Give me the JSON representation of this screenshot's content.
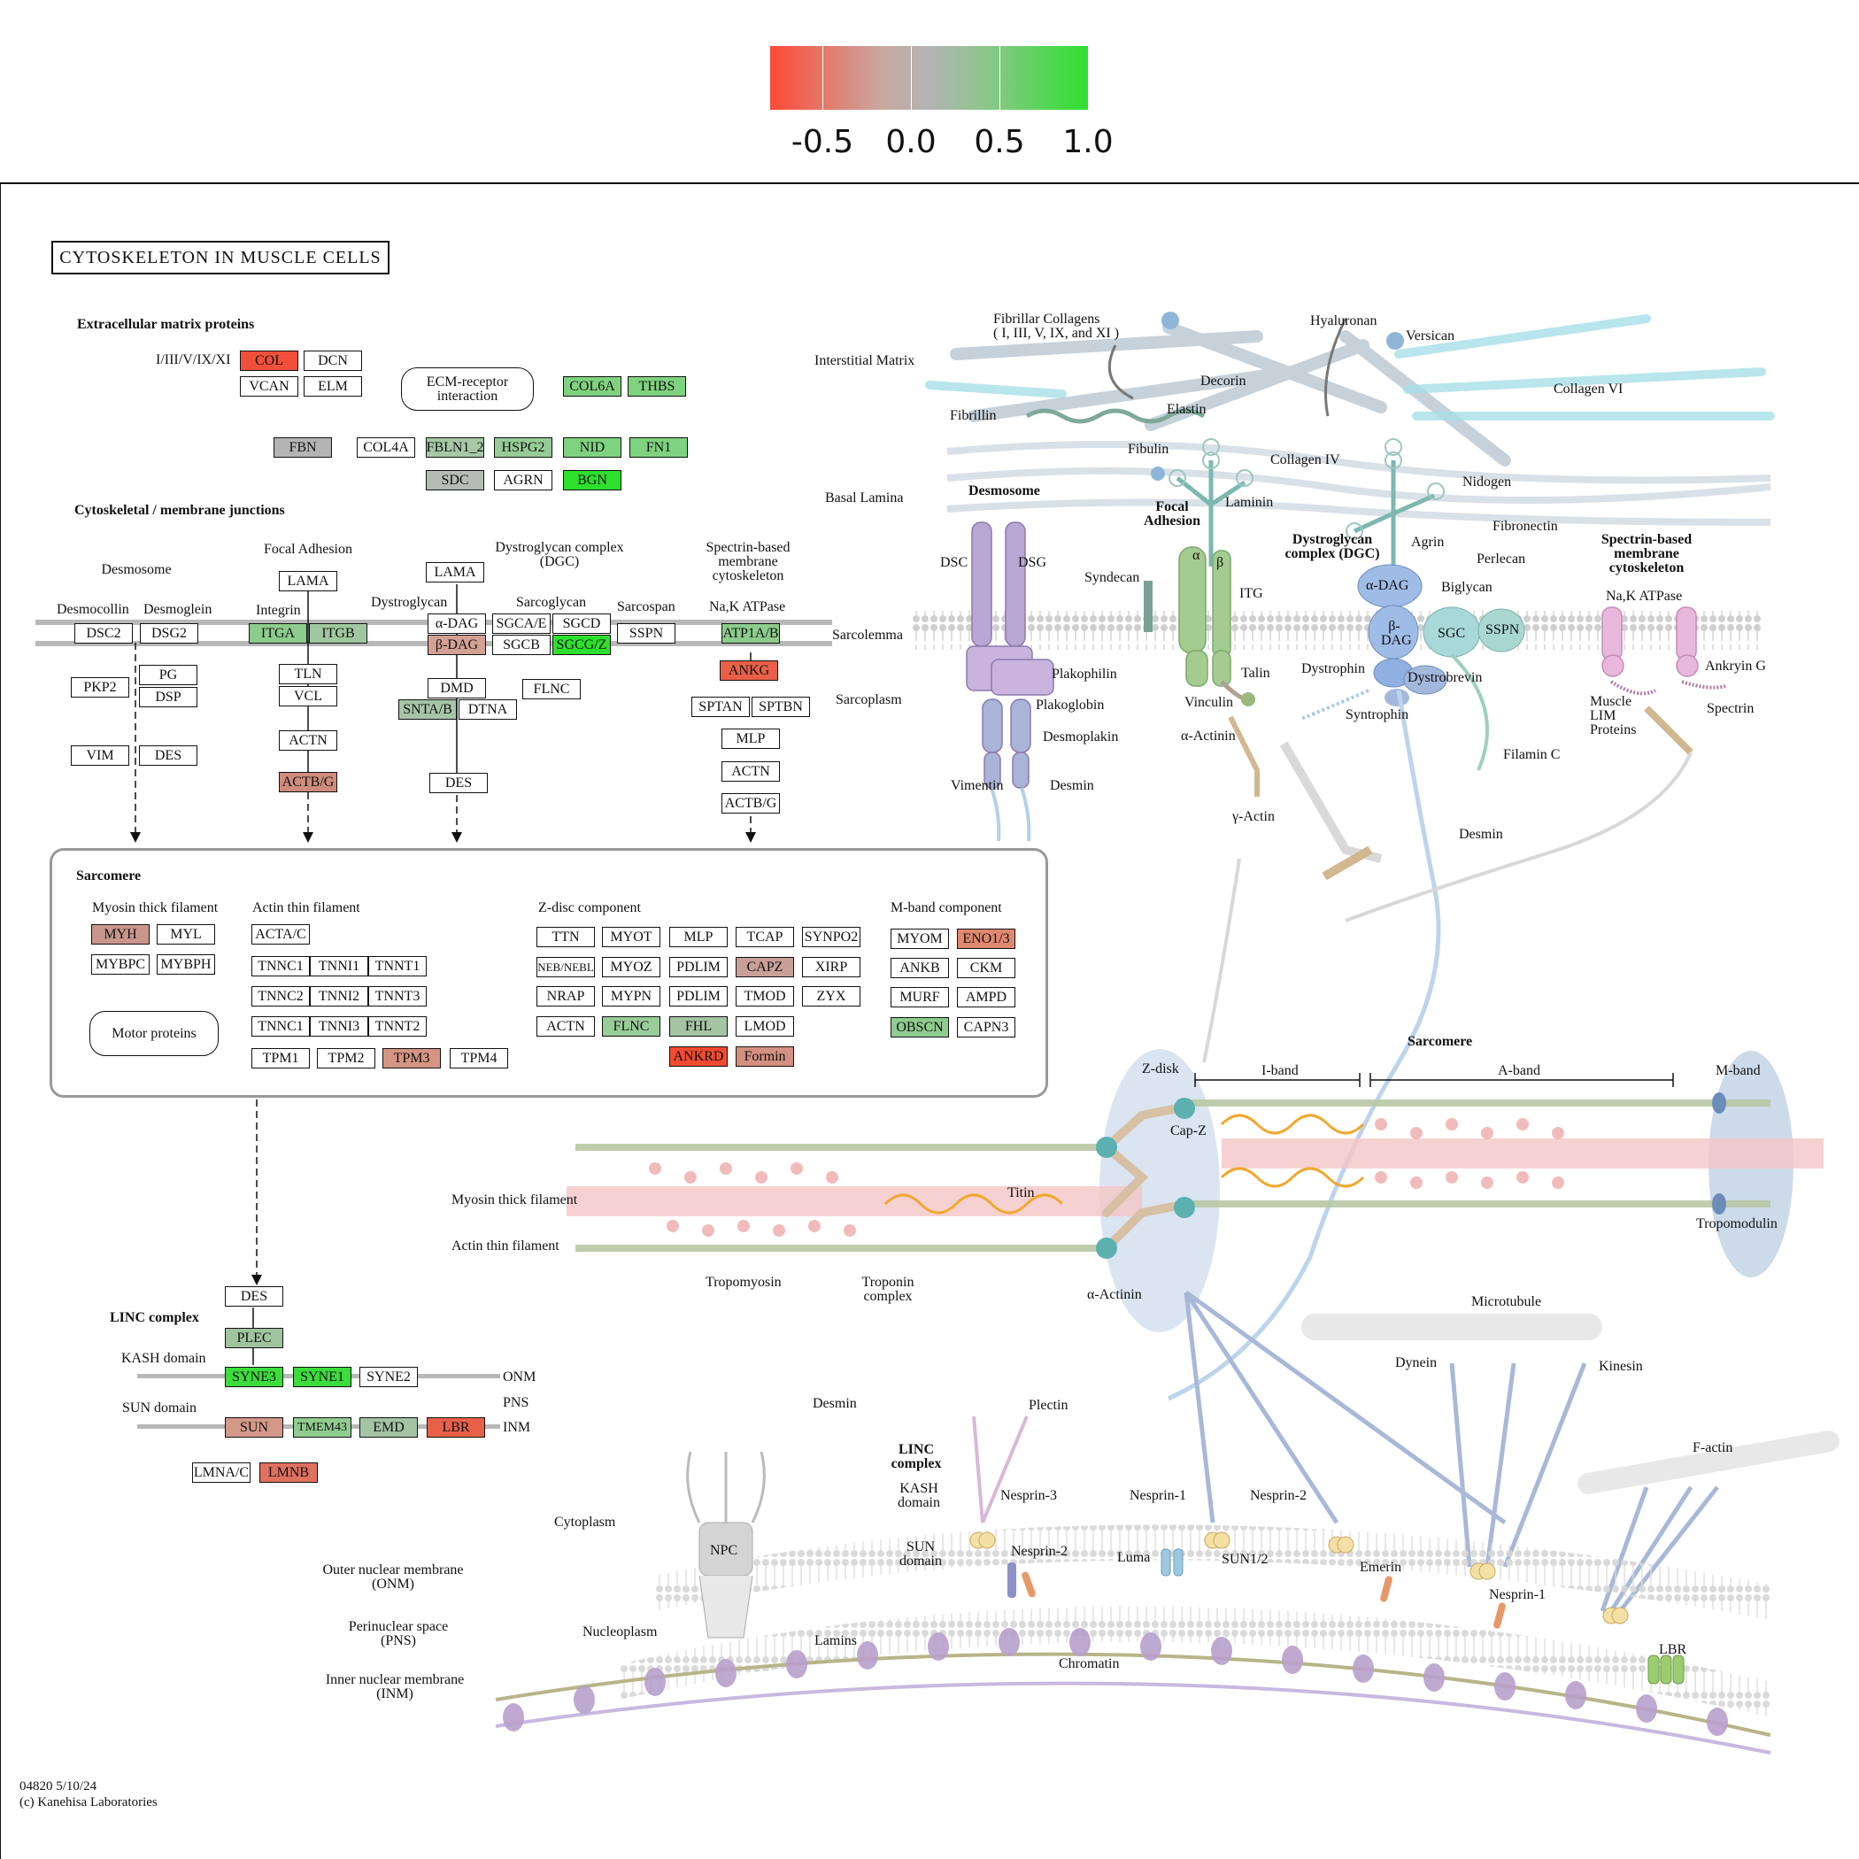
{
  "legend": {
    "ticks": [
      "-0.5",
      "0.0",
      "0.5",
      "1.0"
    ],
    "colors": {
      "low": "#ff4a36",
      "mid": "#b4b4b4",
      "high": "#2ee02e"
    }
  },
  "title": "CYTOSKELETON IN MUSCLE CELLS",
  "sections": {
    "ecm": "Extracellular matrix proteins",
    "junctions": "Cytoskeletal / membrane junctions",
    "sarcomere": "Sarcomere",
    "linc": "LINC complex"
  },
  "ecm": {
    "col_prefix": "I/III/V/IX/XI",
    "receptor": "ECM-receptor interaction",
    "genes": [
      {
        "id": "col",
        "label": "COL",
        "color": "#f0503a"
      },
      {
        "id": "dcn",
        "label": "DCN",
        "color": "#ffffff"
      },
      {
        "id": "vcan",
        "label": "VCAN",
        "color": "#ffffff"
      },
      {
        "id": "elm",
        "label": "ELM",
        "color": "#ffffff"
      },
      {
        "id": "col6a",
        "label": "COL6A",
        "color": "#7fd27f"
      },
      {
        "id": "thbs",
        "label": "THBS",
        "color": "#7fd27f"
      },
      {
        "id": "fbn",
        "label": "FBN",
        "color": "#b4b4b4"
      },
      {
        "id": "col4a",
        "label": "COL4A",
        "color": "#ffffff"
      },
      {
        "id": "fbln",
        "label": "FBLN1_2",
        "color": "#a6c8a6"
      },
      {
        "id": "hspg2",
        "label": "HSPG2",
        "color": "#97cc97"
      },
      {
        "id": "nid",
        "label": "NID",
        "color": "#7fd27f"
      },
      {
        "id": "fn1",
        "label": "FN1",
        "color": "#7fd27f"
      },
      {
        "id": "sdc",
        "label": "SDC",
        "color": "#b4bcb4"
      },
      {
        "id": "agrn",
        "label": "AGRN",
        "color": "#ffffff"
      },
      {
        "id": "bgn",
        "label": "BGN",
        "color": "#2ee02e"
      }
    ]
  },
  "junctions": {
    "groups": {
      "desmosome": "Desmosome",
      "focal": "Focal Adhesion",
      "dgc": "Dystroglycan complex (DGC)",
      "spectrin": "Spectrin-based membrane cytoskeleton"
    },
    "sublabels": {
      "desmocollin": "Desmocollin",
      "desmoglein": "Desmoglein",
      "integrin": "Integrin",
      "dystroglycan": "Dystroglycan",
      "sarcoglycan": "Sarcoglycan",
      "sarcospan": "Sarcospan",
      "naka": "Na,K ATPase"
    },
    "genes": [
      {
        "id": "dsc2",
        "label": "DSC2",
        "color": "#ffffff"
      },
      {
        "id": "dsg2",
        "label": "DSG2",
        "color": "#ffffff"
      },
      {
        "id": "pkp2",
        "label": "PKP2",
        "color": "#ffffff"
      },
      {
        "id": "pg",
        "label": "PG",
        "color": "#ffffff"
      },
      {
        "id": "dsp",
        "label": "DSP",
        "color": "#ffffff"
      },
      {
        "id": "vim",
        "label": "VIM",
        "color": "#ffffff"
      },
      {
        "id": "des1",
        "label": "DES",
        "color": "#ffffff"
      },
      {
        "id": "lama1",
        "label": "LAMA",
        "color": "#ffffff"
      },
      {
        "id": "itga",
        "label": "ITGA",
        "color": "#8ccc8c"
      },
      {
        "id": "itgb",
        "label": "ITGB",
        "color": "#a0c8a0"
      },
      {
        "id": "tln",
        "label": "TLN",
        "color": "#ffffff"
      },
      {
        "id": "vcl",
        "label": "VCL",
        "color": "#ffffff"
      },
      {
        "id": "actn1",
        "label": "ACTN",
        "color": "#ffffff"
      },
      {
        "id": "actbg1",
        "label": "ACTB/G",
        "color": "#cf8c7c"
      },
      {
        "id": "lama2",
        "label": "LAMA",
        "color": "#ffffff"
      },
      {
        "id": "adag",
        "label": "α-DAG",
        "color": "#ffffff"
      },
      {
        "id": "bdag",
        "label": "β-DAG",
        "color": "#d4a094"
      },
      {
        "id": "sgcae",
        "label": "SGCA/E",
        "color": "#ffffff"
      },
      {
        "id": "sgcd",
        "label": "SGCD",
        "color": "#ffffff"
      },
      {
        "id": "sgcb",
        "label": "SGCB",
        "color": "#ffffff"
      },
      {
        "id": "sgcgz",
        "label": "SGCG/Z",
        "color": "#2ee02e"
      },
      {
        "id": "sspn",
        "label": "SSPN",
        "color": "#ffffff"
      },
      {
        "id": "dmd",
        "label": "DMD",
        "color": "#ffffff"
      },
      {
        "id": "sntab",
        "label": "SNTA/B",
        "color": "#a6c4a6"
      },
      {
        "id": "dtna",
        "label": "DTNA",
        "color": "#ffffff"
      },
      {
        "id": "flnc1",
        "label": "FLNC",
        "color": "#ffffff"
      },
      {
        "id": "des2",
        "label": "DES",
        "color": "#ffffff"
      },
      {
        "id": "atp1ab",
        "label": "ATP1A/B",
        "color": "#8ccc8c"
      },
      {
        "id": "ankg",
        "label": "ANKG",
        "color": "#e86048"
      },
      {
        "id": "sptan",
        "label": "SPTAN",
        "color": "#ffffff"
      },
      {
        "id": "sptbn",
        "label": "SPTBN",
        "color": "#ffffff"
      },
      {
        "id": "mlp1",
        "label": "MLP",
        "color": "#ffffff"
      },
      {
        "id": "actn2",
        "label": "ACTN",
        "color": "#ffffff"
      },
      {
        "id": "actbg2",
        "label": "ACTB/G",
        "color": "#ffffff"
      }
    ]
  },
  "sarcomere": {
    "groups": {
      "myosin": "Myosin thick filament",
      "actin": "Actin thin filament",
      "zdisc": "Z-disc component",
      "mband": "M-band component"
    },
    "motor": "Motor proteins",
    "genes": [
      {
        "id": "myh",
        "label": "MYH",
        "color": "#c8968c"
      },
      {
        "id": "myl",
        "label": "MYL",
        "color": "#ffffff"
      },
      {
        "id": "mybpc",
        "label": "MYBPC",
        "color": "#ffffff"
      },
      {
        "id": "mybph",
        "label": "MYBPH",
        "color": "#ffffff"
      },
      {
        "id": "actac",
        "label": "ACTA/C",
        "color": "#ffffff"
      },
      {
        "id": "tnnc1a",
        "label": "TNNC1",
        "color": "#ffffff"
      },
      {
        "id": "tnni1",
        "label": "TNNI1",
        "color": "#ffffff"
      },
      {
        "id": "tnnt1",
        "label": "TNNT1",
        "color": "#ffffff"
      },
      {
        "id": "tnnc2",
        "label": "TNNC2",
        "color": "#ffffff"
      },
      {
        "id": "tnni2",
        "label": "TNNI2",
        "color": "#ffffff"
      },
      {
        "id": "tnnt3",
        "label": "TNNT3",
        "color": "#ffffff"
      },
      {
        "id": "tnnc1b",
        "label": "TNNC1",
        "color": "#ffffff"
      },
      {
        "id": "tnni3",
        "label": "TNNI3",
        "color": "#ffffff"
      },
      {
        "id": "tnnt2",
        "label": "TNNT2",
        "color": "#ffffff"
      },
      {
        "id": "tpm1",
        "label": "TPM1",
        "color": "#ffffff"
      },
      {
        "id": "tpm2",
        "label": "TPM2",
        "color": "#ffffff"
      },
      {
        "id": "tpm3",
        "label": "TPM3",
        "color": "#d69484"
      },
      {
        "id": "tpm4",
        "label": "TPM4",
        "color": "#ffffff"
      },
      {
        "id": "ttn",
        "label": "TTN",
        "color": "#ffffff"
      },
      {
        "id": "myot",
        "label": "MYOT",
        "color": "#ffffff"
      },
      {
        "id": "mlp2",
        "label": "MLP",
        "color": "#ffffff"
      },
      {
        "id": "tcap",
        "label": "TCAP",
        "color": "#ffffff"
      },
      {
        "id": "synpo2",
        "label": "SYNPO2",
        "color": "#ffffff"
      },
      {
        "id": "neb",
        "label": "NEB/NEBL",
        "color": "#ffffff"
      },
      {
        "id": "myoz",
        "label": "MYOZ",
        "color": "#ffffff"
      },
      {
        "id": "pdlim1",
        "label": "PDLIM",
        "color": "#ffffff"
      },
      {
        "id": "capz",
        "label": "CAPZ",
        "color": "#c8a098"
      },
      {
        "id": "xirp",
        "label": "XIRP",
        "color": "#ffffff"
      },
      {
        "id": "nrap",
        "label": "NRAP",
        "color": "#ffffff"
      },
      {
        "id": "mypn",
        "label": "MYPN",
        "color": "#ffffff"
      },
      {
        "id": "pdlim2",
        "label": "PDLIM",
        "color": "#ffffff"
      },
      {
        "id": "tmod",
        "label": "TMOD",
        "color": "#ffffff"
      },
      {
        "id": "zyx",
        "label": "ZYX",
        "color": "#ffffff"
      },
      {
        "id": "actn3",
        "label": "ACTN",
        "color": "#ffffff"
      },
      {
        "id": "flnc2",
        "label": "FLNC",
        "color": "#99cc99"
      },
      {
        "id": "fhl",
        "label": "FHL",
        "color": "#a4c4a4"
      },
      {
        "id": "lmod",
        "label": "LMOD",
        "color": "#ffffff"
      },
      {
        "id": "ankrd",
        "label": "ANKRD",
        "color": "#f04a30"
      },
      {
        "id": "formin",
        "label": "Formin",
        "color": "#d49080"
      },
      {
        "id": "myom",
        "label": "MYOM",
        "color": "#ffffff"
      },
      {
        "id": "eno13",
        "label": "ENO1/3",
        "color": "#e08870"
      },
      {
        "id": "ankb",
        "label": "ANKB",
        "color": "#ffffff"
      },
      {
        "id": "ckm",
        "label": "CKM",
        "color": "#ffffff"
      },
      {
        "id": "murf",
        "label": "MURF",
        "color": "#ffffff"
      },
      {
        "id": "ampd",
        "label": "AMPD",
        "color": "#ffffff"
      },
      {
        "id": "obscn",
        "label": "OBSCN",
        "color": "#90cc90"
      },
      {
        "id": "capn3",
        "label": "CAPN3",
        "color": "#ffffff"
      }
    ]
  },
  "linc": {
    "kash": "KASH domain",
    "sun": "SUN domain",
    "onm": "ONM",
    "pns": "PNS",
    "inm": "INM",
    "genes": [
      {
        "id": "des3",
        "label": "DES",
        "color": "#ffffff"
      },
      {
        "id": "plec",
        "label": "PLEC",
        "color": "#a0c4a0"
      },
      {
        "id": "syne3",
        "label": "SYNE3",
        "color": "#3cdc3c"
      },
      {
        "id": "syne1",
        "label": "SYNE1",
        "color": "#3cdc3c"
      },
      {
        "id": "syne2",
        "label": "SYNE2",
        "color": "#ffffff"
      },
      {
        "id": "sun",
        "label": "SUN",
        "color": "#d49888"
      },
      {
        "id": "tmem43",
        "label": "TMEM43",
        "color": "#90cc90"
      },
      {
        "id": "emd",
        "label": "EMD",
        "color": "#a4c4a4"
      },
      {
        "id": "lbr",
        "label": "LBR",
        "color": "#e86048"
      },
      {
        "id": "lmnac",
        "label": "LMNA/C",
        "color": "#ffffff"
      },
      {
        "id": "lmnb",
        "label": "LMNB",
        "color": "#e07060"
      }
    ]
  },
  "diagram": {
    "interstitial": "Interstitial Matrix",
    "basal": "Basal Lamina",
    "sarcolemma": "Sarcolemma",
    "sarcoplasm": "Sarcoplasm",
    "fibrillar": "Fibrillar Collagens",
    "fibrillar_types": "( I, III, V, IX, and XI )",
    "hyaluronan": "Hyaluronan",
    "versican": "Versican",
    "decorin": "Decorin",
    "collagen6": "Collagen VI",
    "fibrillin": "Fibrillin",
    "elastin": "Elastin",
    "fibulin": "Fibulin",
    "collagen4": "Collagen IV",
    "nidogen": "Nidogen",
    "laminin": "Laminin",
    "fibronectin": "Fibronectin",
    "perlecan": "Perlecan",
    "agrin": "Agrin",
    "desmosome": "Desmosome",
    "focal": "Focal Adhesion",
    "dgc": "Dystroglycan complex (DGC)",
    "spectrin": "Spectrin-based membrane cytoskeleton",
    "dsc": "DSC",
    "dsg": "DSG",
    "syndecan": "Syndecan",
    "itg": "ITG",
    "alpha": "α",
    "beta": "β",
    "adag": "α-DAG",
    "bdag": "β-DAG",
    "sgc": "SGC",
    "sspn": "SSPN",
    "biglycan": "Biglycan",
    "naka": "Na,K ATPase",
    "ankyring": "Ankryin G",
    "plakophilin": "Plakophilin",
    "plakoglobin": "Plakoglobin",
    "desmoplakin": "Desmoplakin",
    "vimentin": "Vimentin",
    "desmin": "Desmin",
    "talin": "Talin",
    "vinculin": "Vinculin",
    "aactinin": "α-Actinin",
    "gactin": "γ-Actin",
    "dystrophin": "Dystrophin",
    "dystrobrevin": "Dystrobrevin",
    "syntrophin": "Syntrophin",
    "filaminc": "Filamin C",
    "mlp": "Muscle LIM Proteins",
    "spectrin_p": "Spectrin",
    "sarcomere": "Sarcomere",
    "zdisk": "Z-disk",
    "iband": "I-band",
    "aband": "A-band",
    "mband": "M-band",
    "capz": "Cap-Z",
    "titin": "Titin",
    "myosin": "Myosin thick filament",
    "actin": "Actin thin filament",
    "tropomyosin": "Tropomyosin",
    "troponin": "Troponin complex",
    "tropomodulin": "Tropomodulin",
    "aactinin2": "α-Actinin",
    "microtubule": "Microtubule",
    "dynein": "Dynein",
    "kinesin": "Kinesin",
    "factin": "F-actin",
    "desmin2": "Desmin",
    "plectin": "Plectin",
    "linc": "LINC complex",
    "kash": "KASH domain",
    "nesprin3": "Nesprin-3",
    "nesprin1": "Nesprin-1",
    "nesprin2a": "Nesprin-2",
    "nesprin2b": "Nesprin-2",
    "nesprin1b": "Nesprin-1",
    "sun": "SUN domain",
    "luma": "Luma",
    "sun12": "SUN1/2",
    "emerin": "Emerin",
    "cytoplasm": "Cytoplasm",
    "npc": "NPC",
    "onm": "Outer nuclear membrane (ONM)",
    "pns": "Perinuclear space (PNS)",
    "inm": "Inner nuclear membrane (INM)",
    "nucleoplasm": "Nucleoplasm",
    "lamins": "Lamins",
    "chromatin": "Chromatin",
    "lbr": "LBR"
  },
  "footer": {
    "code": "04820 5/10/24",
    "copyright": "(c) Kanehisa Laboratories"
  }
}
